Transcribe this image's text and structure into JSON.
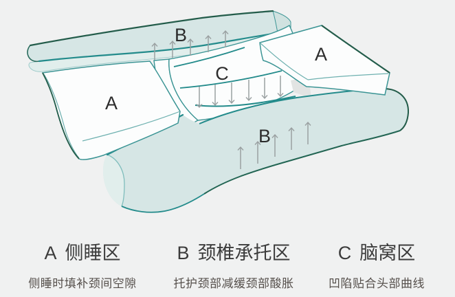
{
  "diagram": {
    "zone_labels": [
      {
        "id": "back-strip",
        "text": "B"
      },
      {
        "id": "center-hollow",
        "text": "C"
      },
      {
        "id": "left-block",
        "text": "A"
      },
      {
        "id": "right-block",
        "text": "A"
      },
      {
        "id": "front-strip",
        "text": "B"
      }
    ],
    "colors": {
      "background": "#f0f1f1",
      "strip_fill": "#d6e6e5",
      "strip_face_fill": "#e1eeec",
      "strip_end_fill": "#d0e2e0",
      "white_block_fill": "#fcfdfd",
      "outline_teal_strong": "#238b8b",
      "outline_teal_mid": "#3a9494",
      "outline_teal_light": "#7fbdbc",
      "outline_dark_green": "#235c4a",
      "shadow_gray": "#e2e4e3",
      "arrow_gray": "#9aa0a1",
      "letter_color": "#2c2c2c"
    }
  },
  "legend": {
    "items": [
      {
        "letter": "A",
        "title": "侧睡区",
        "description": "侧睡时填补颈间空隙"
      },
      {
        "letter": "B",
        "title": "颈椎承托区",
        "description": "托护颈部减缓颈部酸胀"
      },
      {
        "letter": "C",
        "title": "脑窝区",
        "description": "凹陷贴合头部曲线"
      }
    ]
  }
}
